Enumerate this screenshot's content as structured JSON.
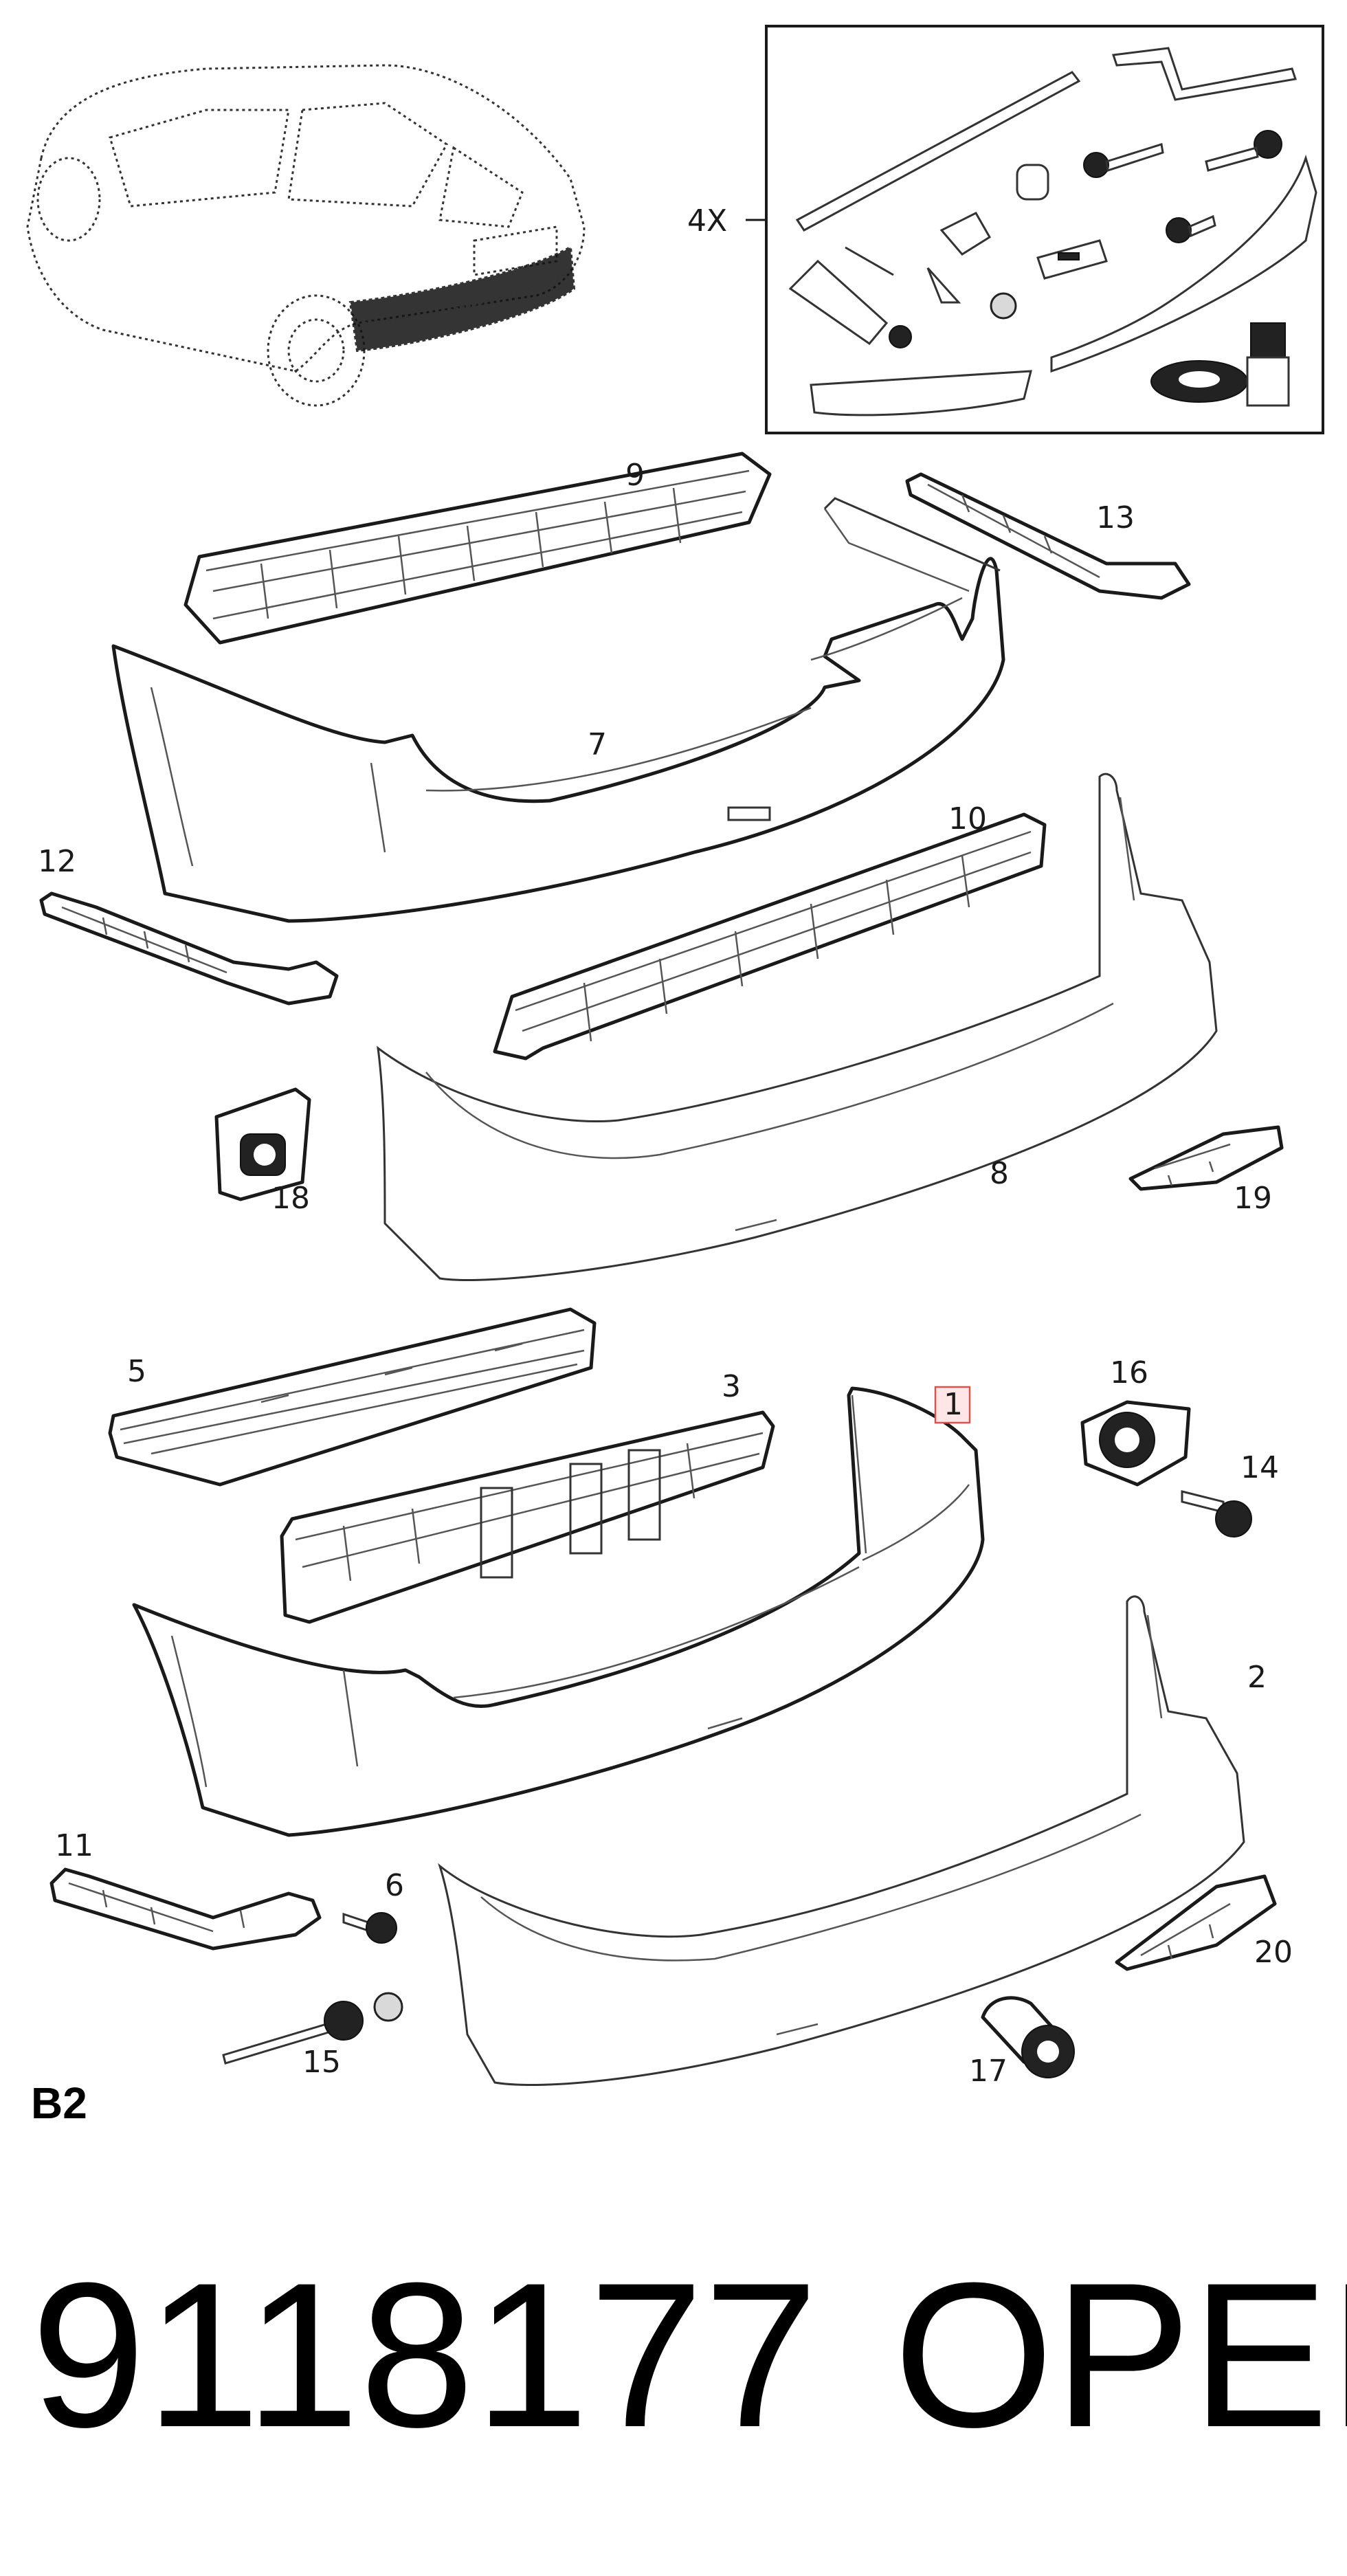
{
  "section_code": "B2",
  "kit_multiplier": "4X",
  "part_number": "9118177",
  "brand": "OPEL",
  "highlighted_callout": "1",
  "accent_color": "#d9534f",
  "callouts": {
    "c1": "1",
    "c2": "2",
    "c3": "3",
    "c5": "5",
    "c6": "6",
    "c7": "7",
    "c8": "8",
    "c9": "9",
    "c10": "10",
    "c11": "11",
    "c12": "12",
    "c13": "13",
    "c14": "14",
    "c15": "15",
    "c16": "16",
    "c17": "17",
    "c18": "18",
    "c19": "19",
    "c20": "20"
  }
}
